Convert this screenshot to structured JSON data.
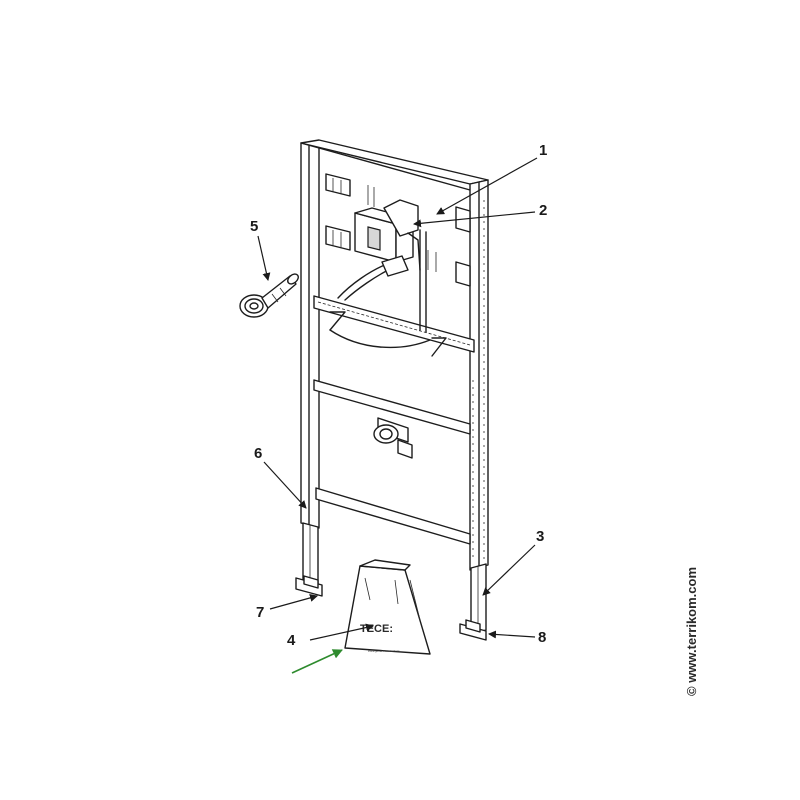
{
  "diagram": {
    "callouts": [
      {
        "id": "1",
        "text": "1"
      },
      {
        "id": "2",
        "text": "2"
      },
      {
        "id": "3",
        "text": "3"
      },
      {
        "id": "4",
        "text": "4"
      },
      {
        "id": "5",
        "text": "5"
      },
      {
        "id": "6",
        "text": "6"
      },
      {
        "id": "7",
        "text": "7"
      },
      {
        "id": "8",
        "text": "8"
      }
    ],
    "bag_logo": "TECE:",
    "bag_subtext": "intelligente Haustechnik",
    "watermark": "© www.terrikom.com",
    "colors": {
      "line": "#1d1d1d",
      "highlight_arrow": "#2e8b2e",
      "background": "#ffffff"
    },
    "icons": [
      "arrow-icon"
    ]
  }
}
